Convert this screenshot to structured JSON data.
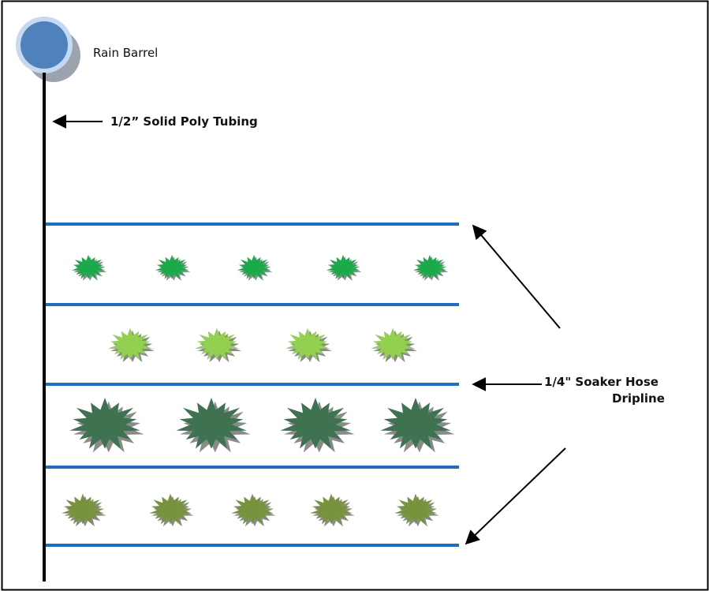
{
  "labels": {
    "rain_barrel": "Rain Barrel",
    "tubing": "1/2” Solid Poly Tubing",
    "soaker_line1": "1/4\" Soaker Hose",
    "soaker_line2": "Dripline"
  },
  "colors": {
    "barrel_fill": "#4f81bd",
    "barrel_ring": "#c5d9f1",
    "barrel_shadow": "#9ca3af",
    "trunk_line": "#000000",
    "dripline": "#1f6fc0",
    "row1_plants": "#1aaa4a",
    "row2_plants": "#92d050",
    "row3_plants": "#3f7250",
    "row4_plants": "#77933c",
    "plant_shadow": "#8a8a8a"
  },
  "rows": [
    {
      "name": "row-1",
      "plant_count": 5,
      "color": "row1_plants"
    },
    {
      "name": "row-2",
      "plant_count": 4,
      "color": "row2_plants"
    },
    {
      "name": "row-3",
      "plant_count": 4,
      "color": "row3_plants"
    },
    {
      "name": "row-4",
      "plant_count": 5,
      "color": "row4_plants"
    }
  ],
  "dripline_count": 5
}
